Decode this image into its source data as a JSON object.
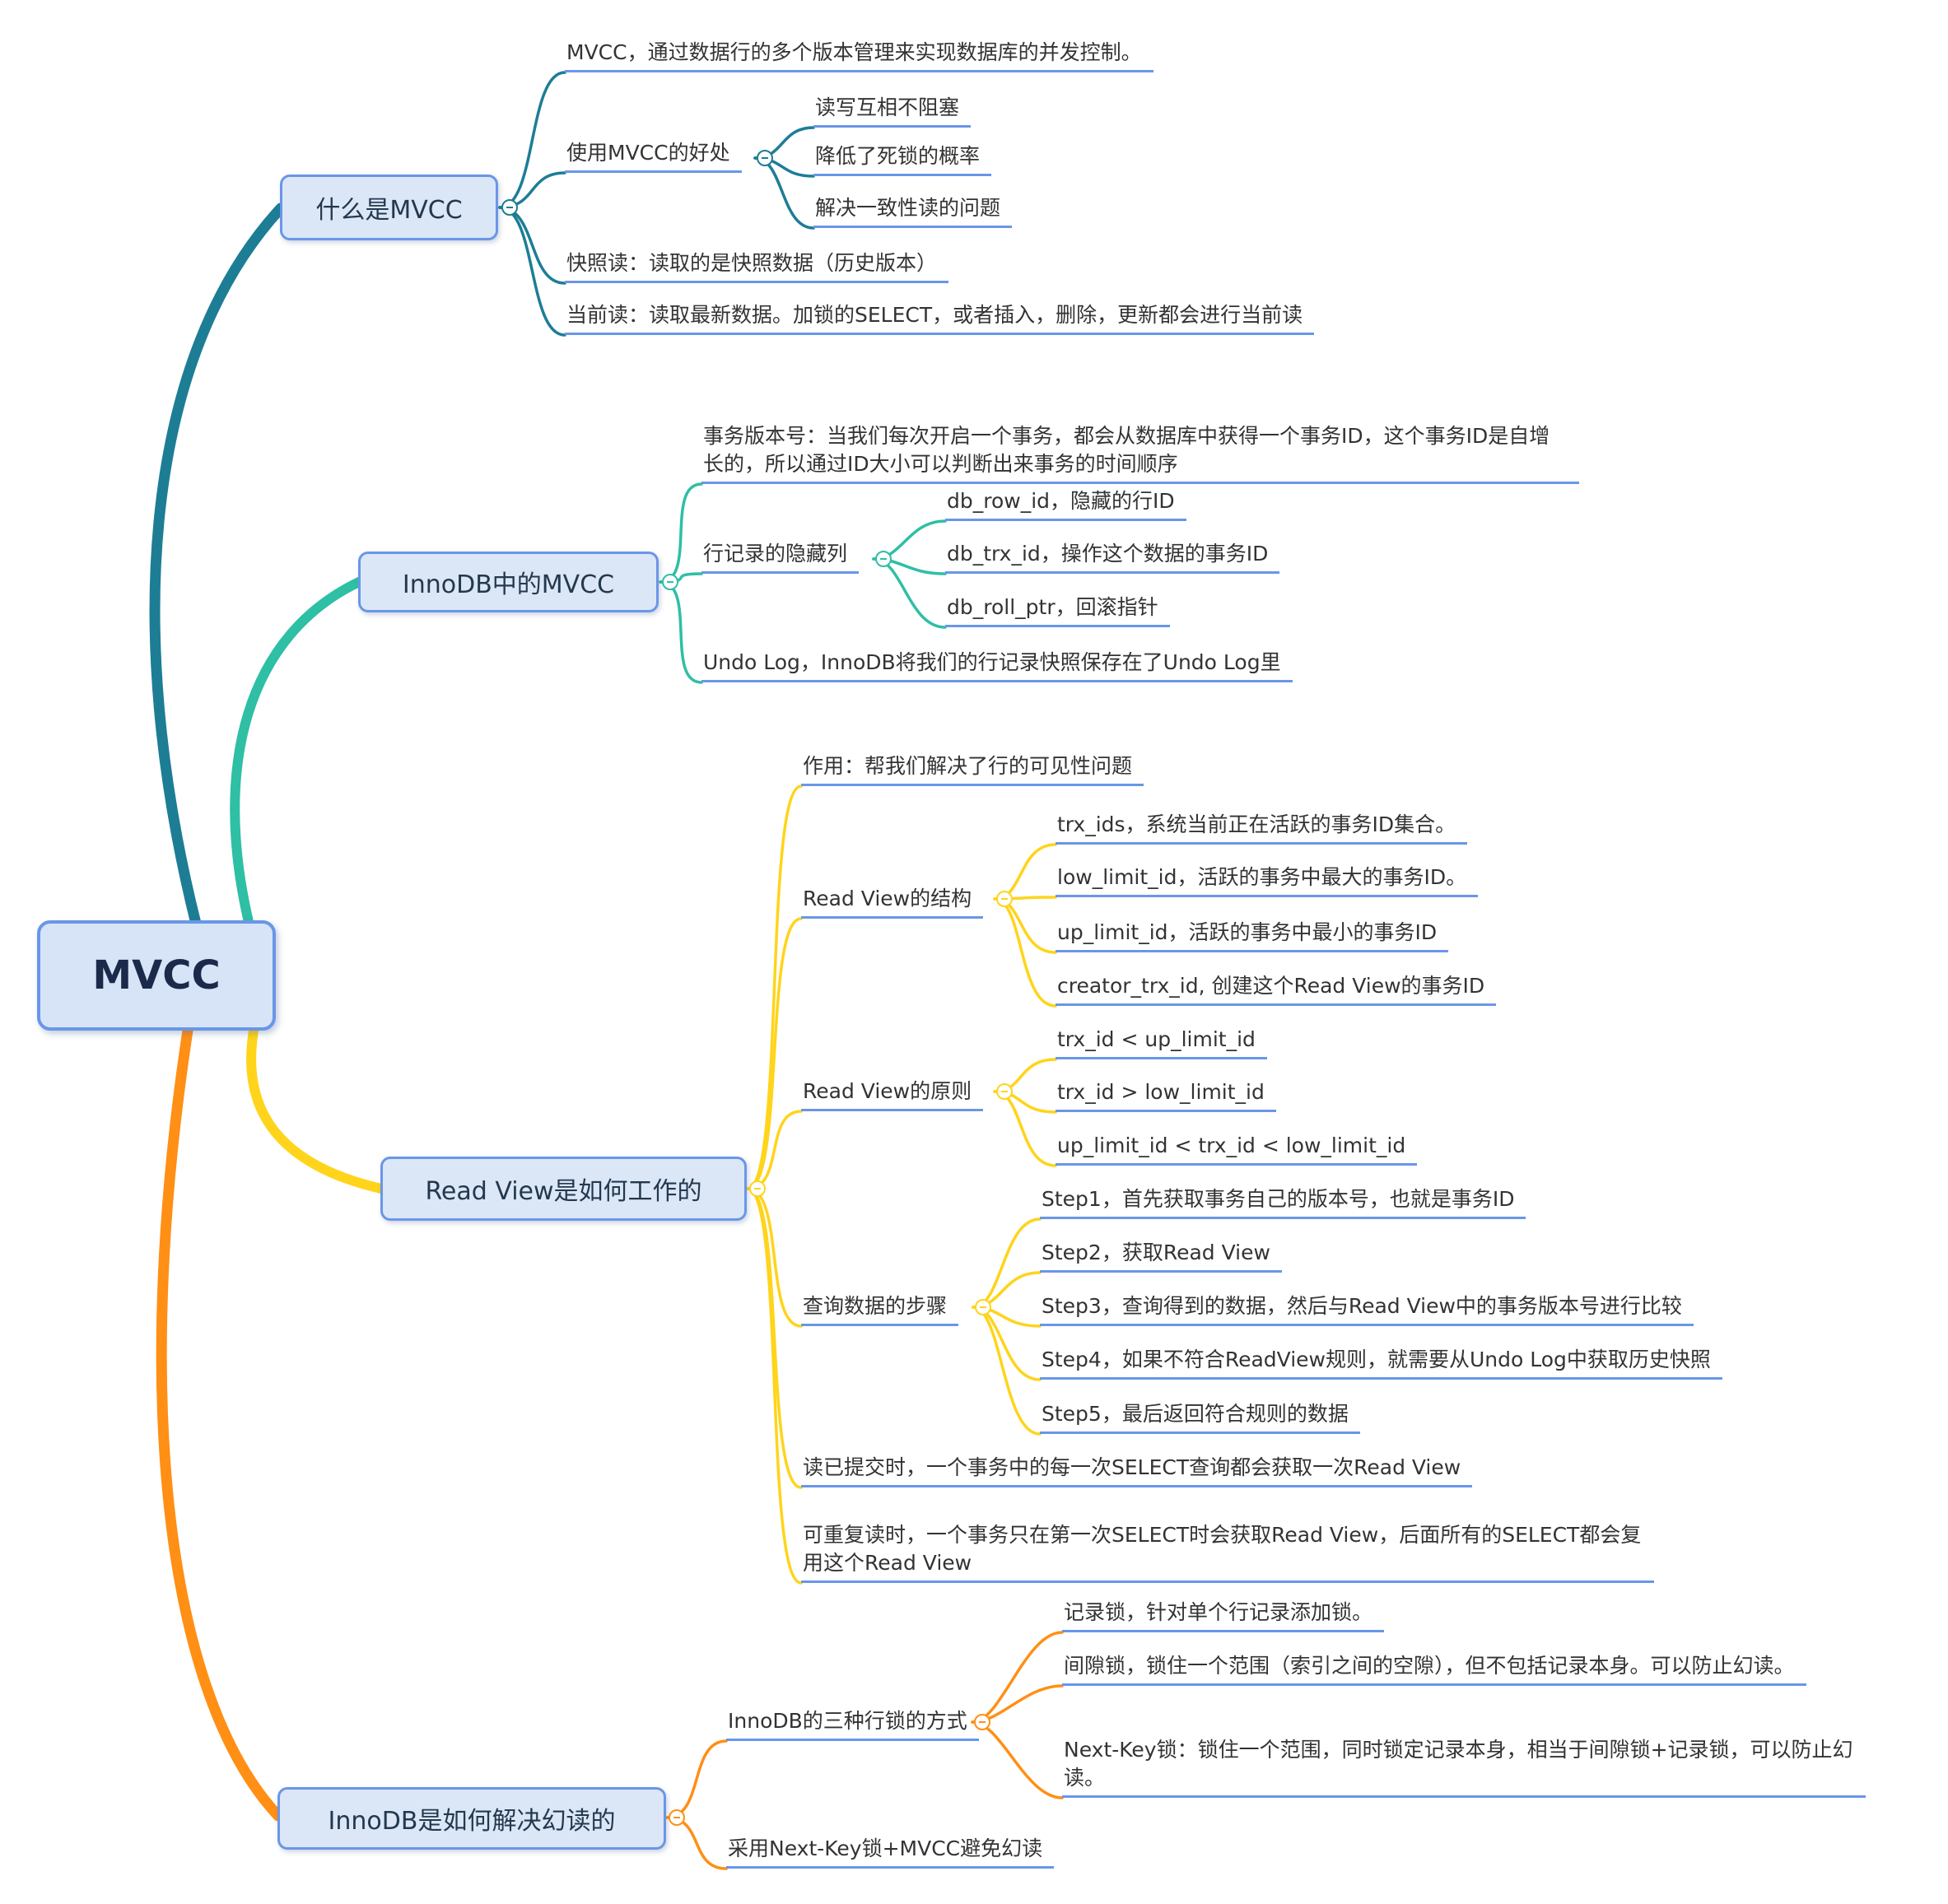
{
  "root": {
    "label": "MVCC"
  },
  "ui": {
    "colors": {
      "branch_what_is_mvcc": "#1d7d95",
      "branch_innodb_mvcc": "#2ebfa5",
      "branch_read_view": "#ffd41a",
      "branch_phantom_read": "#ff8f15",
      "underline": "#6a96e8",
      "node_fill": "#dbe7f7",
      "node_border": "#6a96e8"
    },
    "icons": {
      "collapse": "minus-circle-icon"
    }
  },
  "branches": [
    {
      "label": "什么是MVCC",
      "children": [
        {
          "label": "MVCC，通过数据行的多个版本管理来实现数据库的并发控制。"
        },
        {
          "label": "使用MVCC的好处",
          "children": [
            {
              "label": "读写互相不阻塞"
            },
            {
              "label": "降低了死锁的概率"
            },
            {
              "label": "解决一致性读的问题"
            }
          ]
        },
        {
          "label": "快照读：读取的是快照数据（历史版本）"
        },
        {
          "label": "当前读：读取最新数据。加锁的SELECT，或者插入，删除，更新都会进行当前读"
        }
      ]
    },
    {
      "label": "InnoDB中的MVCC",
      "children": [
        {
          "label": "事务版本号：当我们每次开启一个事务，都会从数据库中获得一个事务ID，这个事务ID是自增长的，所以通过ID大小可以判断出来事务的时间顺序"
        },
        {
          "label": "行记录的隐藏列",
          "children": [
            {
              "label": "db_row_id，隐藏的行ID"
            },
            {
              "label": "db_trx_id，操作这个数据的事务ID"
            },
            {
              "label": "db_roll_ptr，回滚指针"
            }
          ]
        },
        {
          "label": "Undo Log，InnoDB将我们的行记录快照保存在了Undo Log里"
        }
      ]
    },
    {
      "label": "Read View是如何工作的",
      "children": [
        {
          "label": "作用：帮我们解决了行的可见性问题"
        },
        {
          "label": "Read View的结构",
          "children": [
            {
              "label": "trx_ids，系统当前正在活跃的事务ID集合。"
            },
            {
              "label": "low_limit_id，活跃的事务中最大的事务ID。"
            },
            {
              "label": "up_limit_id，活跃的事务中最小的事务ID"
            },
            {
              "label": "creator_trx_id, 创建这个Read View的事务ID"
            }
          ]
        },
        {
          "label": "Read View的原则",
          "children": [
            {
              "label": "trx_id < up_limit_id"
            },
            {
              "label": "trx_id > low_limit_id"
            },
            {
              "label": "up_limit_id < trx_id < low_limit_id"
            }
          ]
        },
        {
          "label": "查询数据的步骤",
          "children": [
            {
              "label": "Step1，首先获取事务自己的版本号，也就是事务ID"
            },
            {
              "label": "Step2，获取Read View"
            },
            {
              "label": "Step3，查询得到的数据，然后与Read View中的事务版本号进行比较"
            },
            {
              "label": "Step4，如果不符合ReadView规则，就需要从Undo Log中获取历史快照"
            },
            {
              "label": "Step5，最后返回符合规则的数据"
            }
          ]
        },
        {
          "label": "读已提交时，一个事务中的每一次SELECT查询都会获取一次Read View"
        },
        {
          "label": "可重复读时，一个事务只在第一次SELECT时会获取Read View，后面所有的SELECT都会复用这个Read View"
        }
      ]
    },
    {
      "label": "InnoDB是如何解决幻读的",
      "children": [
        {
          "label": "InnoDB的三种行锁的方式",
          "children": [
            {
              "label": "记录锁，针对单个行记录添加锁。"
            },
            {
              "label": "间隙锁，锁住一个范围（索引之间的空隙），但不包括记录本身。可以防止幻读。"
            },
            {
              "label": "Next-Key锁：锁住一个范围，同时锁定记录本身，相当于间隙锁+记录锁，可以防止幻读。"
            }
          ]
        },
        {
          "label": "采用Next-Key锁+MVCC避免幻读"
        }
      ]
    }
  ]
}
